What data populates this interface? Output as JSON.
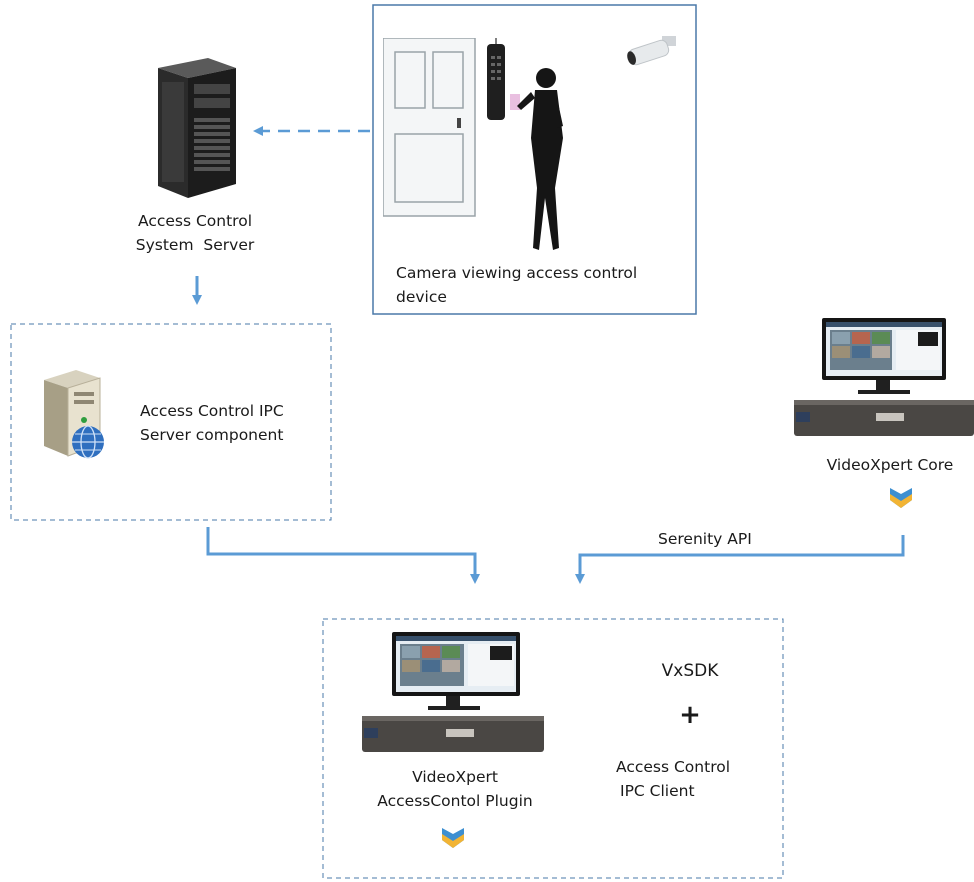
{
  "labels": {
    "acs_server_line1": "Access Control",
    "acs_server_line2": "System  Server",
    "camera_line1": "Camera viewing access control",
    "camera_line2": "device",
    "ipc_server_line1": "Access Control IPC",
    "ipc_server_line2": "Server component",
    "core": "VideoXpert Core",
    "serenity_api": "Serenity API",
    "vxsdk": "VxSDK",
    "plus": "+",
    "ipc_client_line1": "Access Control",
    "ipc_client_line2": "IPC Client",
    "plugin_line1": "VideoXpert",
    "plugin_line2": "AccessContol Plugin"
  },
  "colors": {
    "arrow": "#5b9bd5",
    "box_border": "#4a78a8",
    "dashed_border": "#4a78a8",
    "logo_blue": "#3d8fd1",
    "logo_yellow": "#f2b434"
  },
  "icons": {
    "tower_server": "tower-server-icon",
    "door_scene": "door-access-scene-icon",
    "camera": "bullet-camera-icon",
    "ipc_server": "globe-server-icon",
    "workstation": "workstation-icon",
    "vx_logo": "videoxpert-logo-icon"
  }
}
